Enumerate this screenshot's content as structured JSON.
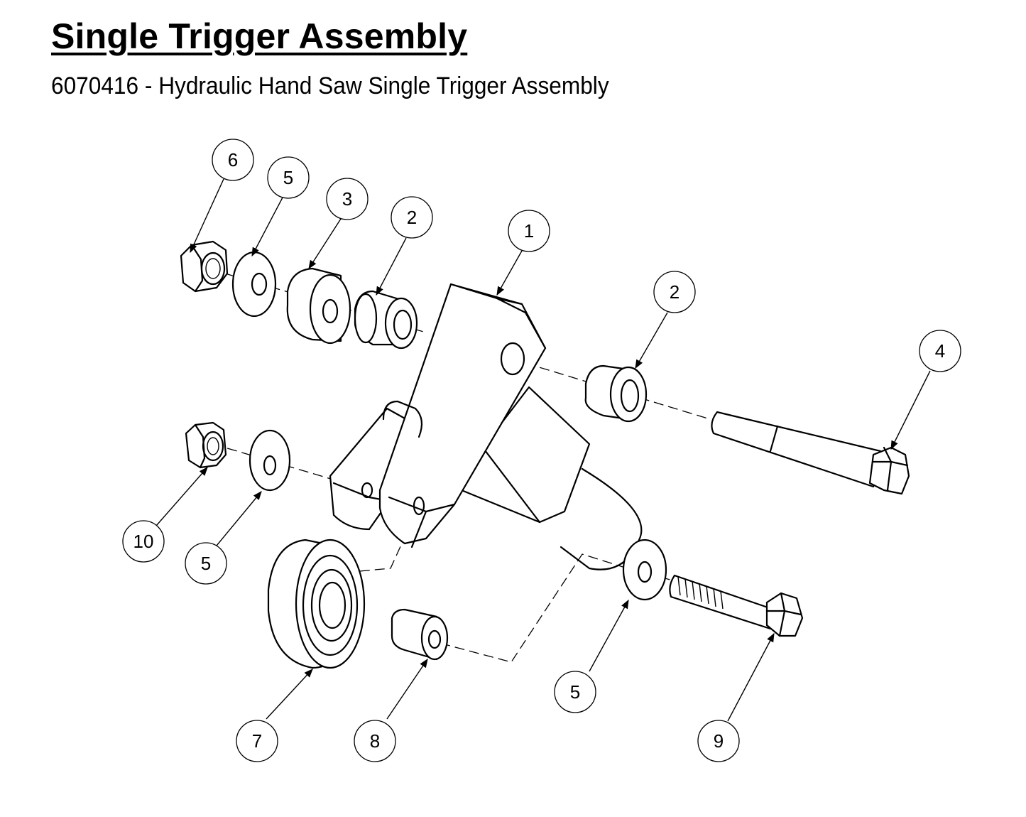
{
  "header": {
    "title": "Single Trigger Assembly",
    "subtitle": "6070416 - Hydraulic Hand Saw Single Trigger Assembly"
  },
  "balloons": {
    "b1": "1",
    "b2a": "2",
    "b2b": "2",
    "b3": "3",
    "b4": "4",
    "b5a": "5",
    "b5b": "5",
    "b5c": "5",
    "b6": "6",
    "b7": "7",
    "b8": "8",
    "b9": "9",
    "b10": "10"
  },
  "colors": {
    "line": "#000000",
    "background": "#ffffff"
  }
}
